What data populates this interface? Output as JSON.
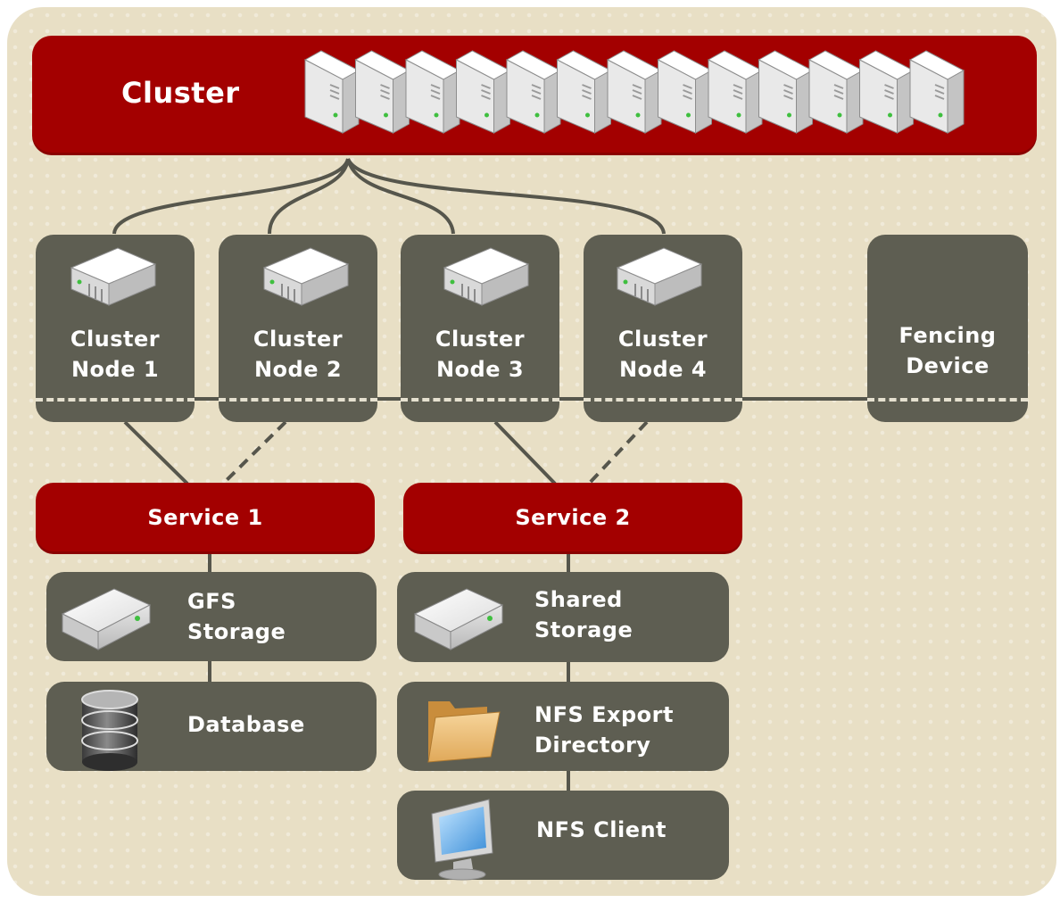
{
  "cluster": {
    "label": "Cluster",
    "server_count": 13
  },
  "nodes": [
    {
      "line1": "Cluster",
      "line2": "Node 1"
    },
    {
      "line1": "Cluster",
      "line2": "Node 2"
    },
    {
      "line1": "Cluster",
      "line2": "Node 3"
    },
    {
      "line1": "Cluster",
      "line2": "Node 4"
    }
  ],
  "fencing": {
    "line1": "Fencing",
    "line2": "Device"
  },
  "services": [
    {
      "label": "Service 1"
    },
    {
      "label": "Service 2"
    }
  ],
  "resources": {
    "gfs": {
      "line1": "GFS",
      "line2": "Storage",
      "icon": "hard-drive-icon"
    },
    "database": {
      "label": "Database",
      "icon": "database-icon"
    },
    "shared": {
      "line1": "Shared",
      "line2": "Storage",
      "icon": "hard-drive-icon"
    },
    "nfs_export": {
      "line1": "NFS Export",
      "line2": "Directory",
      "icon": "folder-icon"
    },
    "nfs_client": {
      "label": "NFS Client",
      "icon": "monitor-icon"
    }
  },
  "colors": {
    "red": "#a30000",
    "box": "#5e5e52",
    "background": "#e8dfc5"
  }
}
